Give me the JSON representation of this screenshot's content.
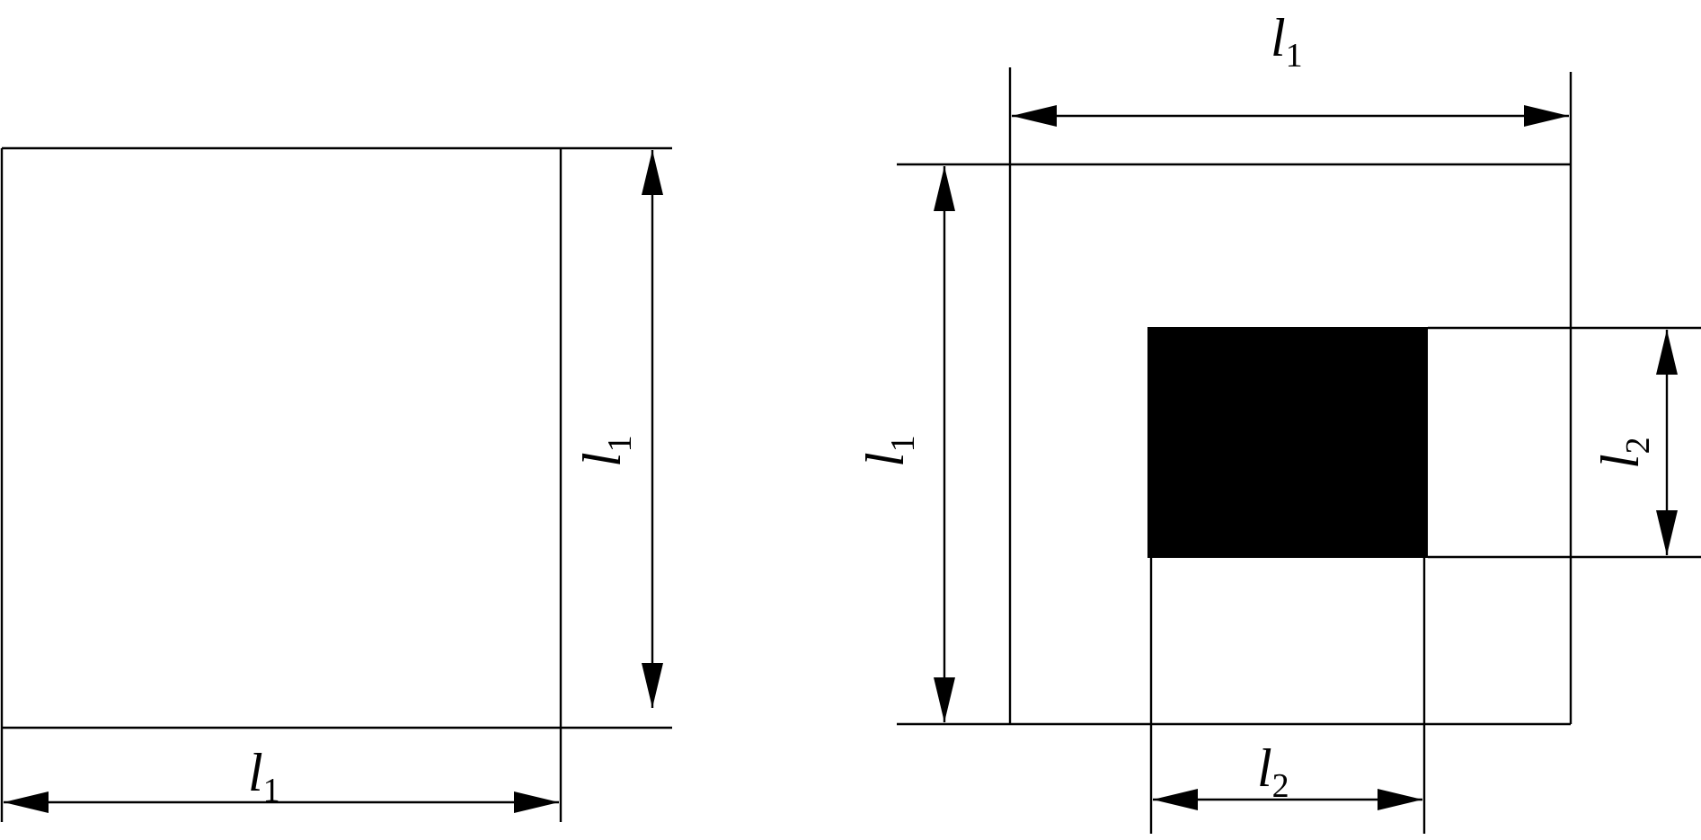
{
  "figure_left": {
    "dimensions": [
      {
        "var": "l",
        "sub": "1"
      },
      {
        "var": "l",
        "sub": "1"
      }
    ]
  },
  "figure_right": {
    "dimensions": [
      {
        "var": "l",
        "sub": "1"
      },
      {
        "var": "l",
        "sub": "1"
      },
      {
        "var": "l",
        "sub": "2"
      },
      {
        "var": "l",
        "sub": "2"
      }
    ]
  },
  "colors": {
    "line": "#000000",
    "fill": "#000000",
    "background": "#ffffff"
  }
}
